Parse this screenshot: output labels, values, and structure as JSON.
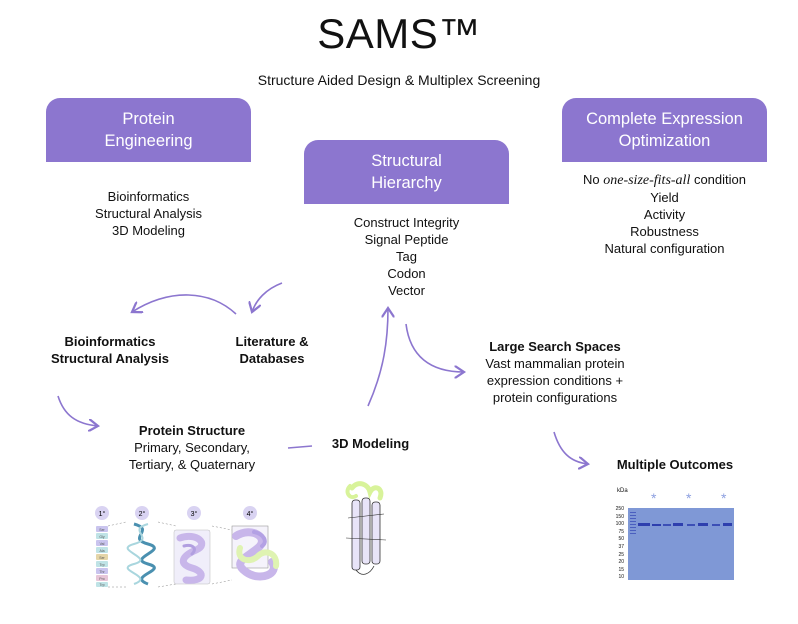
{
  "title": "SAMS™",
  "subtitle": "Structure Aided Design & Multiplex Screening",
  "colors": {
    "accent": "#8c76cf",
    "gel": "#7f98d6",
    "band": "#2e3fae"
  },
  "boxes": {
    "protein_engineering": {
      "line1": "Protein",
      "line2": "Engineering"
    },
    "structural_hierarchy": {
      "line1": "Structural",
      "line2": "Hierarchy"
    },
    "expression_optimization": {
      "line1": "Complete Expression",
      "line2": "Optimization"
    }
  },
  "protein_engineering_items": [
    "Bioinformatics",
    "Structural Analysis",
    "3D Modeling"
  ],
  "structural_hierarchy_items": [
    "Construct Integrity",
    "Signal Peptide",
    "Tag",
    "Codon",
    "Vector"
  ],
  "expression_items": {
    "first_prefix": "No ",
    "first_em": "one-size-fits-all",
    "first_suffix": " condition",
    "rest": [
      "Yield",
      "Activity",
      "Robustness",
      "Natural configuration"
    ]
  },
  "flow": {
    "bioinformatics": {
      "line1": "Bioinformatics",
      "line2": "Structural Analysis"
    },
    "literature": {
      "line1": "Literature &",
      "line2": "Databases"
    },
    "protein_structure": {
      "heading": "Protein Structure",
      "line1": "Primary, Secondary,",
      "line2": "Tertiary, & Quaternary"
    },
    "modeling": "3D Modeling",
    "large_search": {
      "heading": "Large Search Spaces",
      "line1": "Vast mammalian protein",
      "line2": "expression conditions +",
      "line3": "protein configurations"
    },
    "multiple_outcomes": "Multiple Outcomes"
  },
  "structure_levels": [
    "1°",
    "2°",
    "3°",
    "4°"
  ],
  "amino_acids": [
    "Ser",
    "Gly",
    "Val",
    "Ala",
    "Ser",
    "Trp",
    "Thr",
    "Pro",
    "Trp"
  ],
  "gel": {
    "unit": "kDa",
    "ladder": [
      "250",
      "150",
      "100",
      "75",
      "50",
      "37",
      "25",
      "20",
      "15",
      "10"
    ],
    "stars": [
      "*",
      "*",
      "*"
    ]
  }
}
